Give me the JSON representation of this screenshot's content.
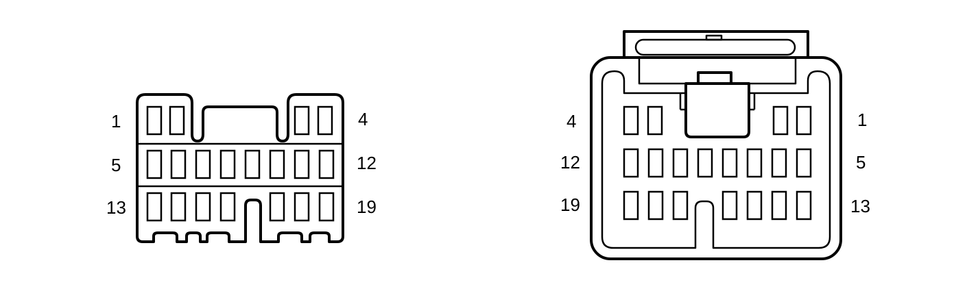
{
  "connectors": [
    {
      "id": "terminal-side",
      "labels": {
        "row1_left": "1",
        "row1_right": "4",
        "row2_left": "5",
        "row2_right": "12",
        "row3_left": "13",
        "row3_right": "19"
      }
    },
    {
      "id": "harness-side",
      "labels": {
        "row1_left": "4",
        "row1_right": "1",
        "row2_left": "12",
        "row2_right": "5",
        "row3_left": "19",
        "row3_right": "13"
      }
    }
  ]
}
